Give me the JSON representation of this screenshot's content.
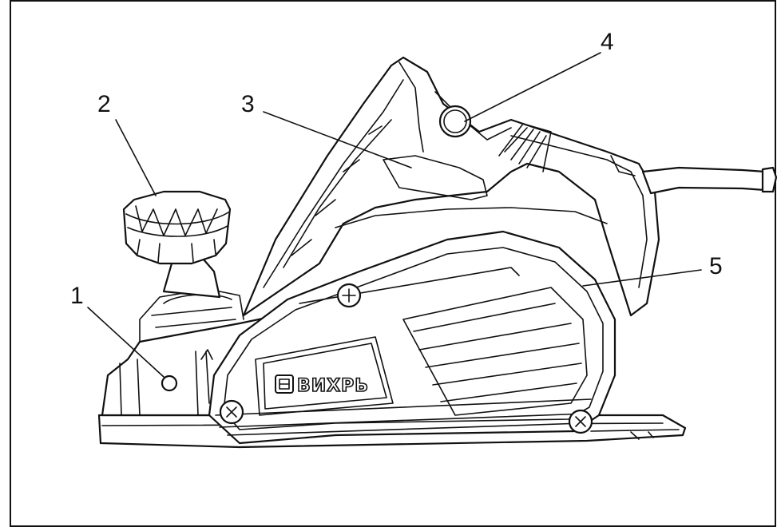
{
  "figure": {
    "brand_label": "ВИХРЬ",
    "callouts": [
      {
        "number": "1"
      },
      {
        "number": "2"
      },
      {
        "number": "3"
      },
      {
        "number": "4"
      },
      {
        "number": "5"
      }
    ]
  }
}
